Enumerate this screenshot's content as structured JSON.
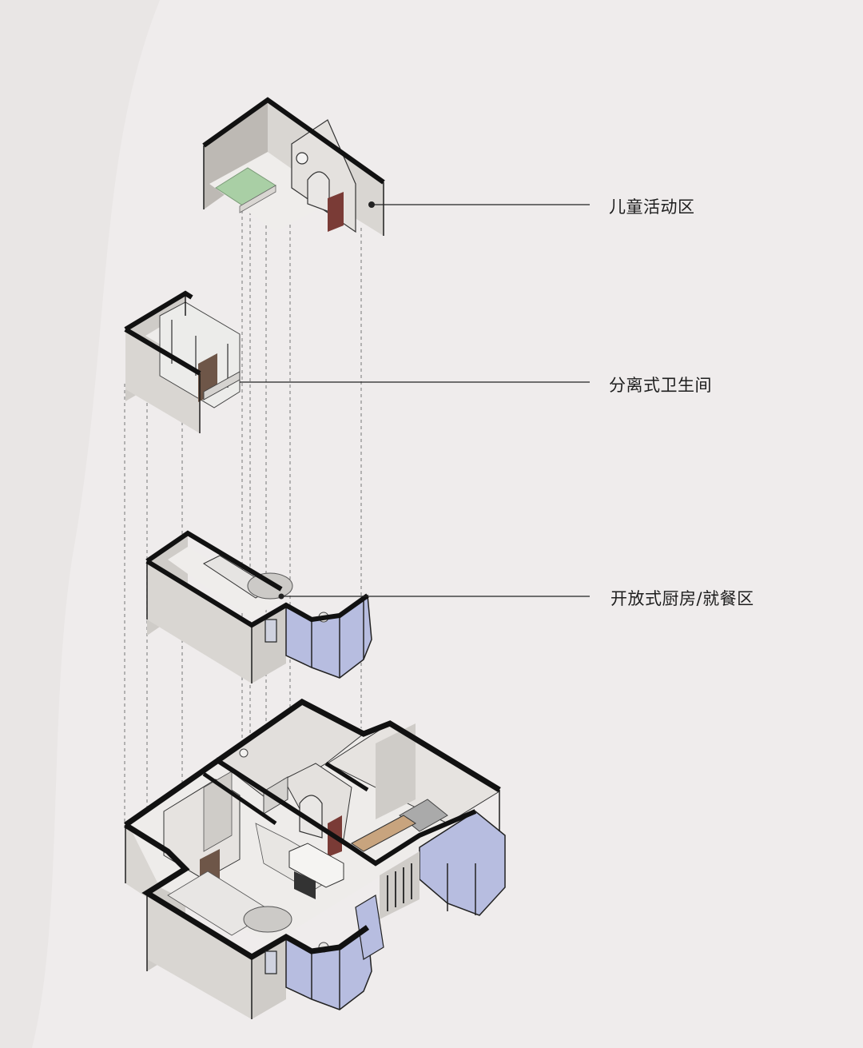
{
  "labels": {
    "kids_area": "儿童活动区",
    "bathroom": "分离式卫生间",
    "kitchen_dining": "开放式厨房/就餐区"
  },
  "colors": {
    "background": "#efecec",
    "wall_top": "#111111",
    "wall_face": "#d9d6d2",
    "wall_shade": "#bdb9b4",
    "floor": "#f2f0ee",
    "glass": "#b7bde0",
    "door_red": "#7a3b36",
    "door_brown": "#6e5648",
    "bed_green": "#a9cfa5",
    "wood": "#c8a47e",
    "leader_line": "#222222",
    "dashed_line": "#8a8a8a"
  }
}
